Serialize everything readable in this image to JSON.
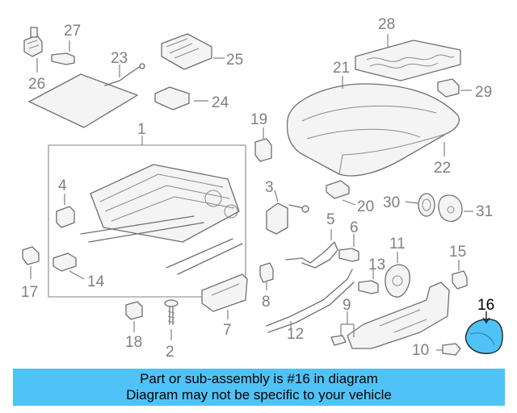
{
  "colors": {
    "highlight": "#4fc3f7",
    "banner": "#4fc3f7",
    "line": "#6f6f6f",
    "callout_text": "#808080"
  },
  "callouts": {
    "c1": "1",
    "c2": "2",
    "c3": "3",
    "c4": "4",
    "c5": "5",
    "c6": "6",
    "c7": "7",
    "c8": "8",
    "c9": "9",
    "c10": "10",
    "c11": "11",
    "c12": "12",
    "c13": "13",
    "c14": "14",
    "c15": "15",
    "c16": "16",
    "c17": "17",
    "c18": "18",
    "c19": "19",
    "c20": "20",
    "c21": "21",
    "c22": "22",
    "c23": "23",
    "c24": "24",
    "c25": "25",
    "c26": "26",
    "c27": "27",
    "c28": "28",
    "c29": "29",
    "c30": "30",
    "c31": "31"
  },
  "banner": {
    "line1": "Part or sub-assembly is #16 in diagram",
    "line2": "Diagram may not be specific to your vehicle"
  }
}
